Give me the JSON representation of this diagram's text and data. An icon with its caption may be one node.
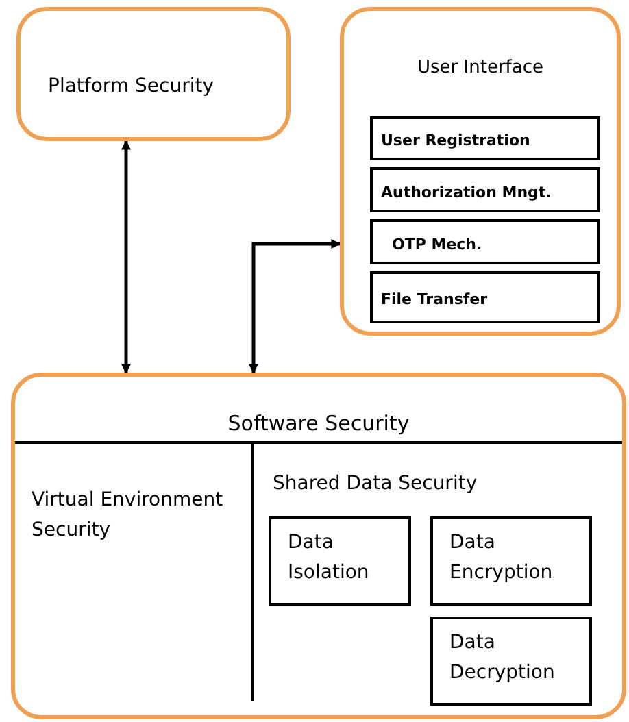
{
  "diagram": {
    "nodes": [
      {
        "text": [
          "Platform Security"
        ]
      },
      {
        "text": [
          "User Interface"
        ]
      },
      {
        "text": [
          "User Registration"
        ],
        "in": 1
      },
      {
        "text": [
          "Authorization Mngt."
        ],
        "in": 1
      },
      {
        "text": [
          "OTP Mech."
        ],
        "in": 1
      },
      {
        "text": [
          "File Transfer"
        ],
        "in": 1
      },
      {
        "text": [
          "Software Security"
        ]
      },
      {
        "text": [
          "Virtual Environment Security"
        ],
        "in": 6
      },
      {
        "text": [
          "Shared Data Security"
        ],
        "in": 6
      },
      {
        "text": [
          "Data Isolation"
        ],
        "in": 8
      },
      {
        "text": [
          "Data Encryption"
        ],
        "in": 8
      },
      {
        "text": [
          "Data Decryption"
        ],
        "in": 8
      }
    ],
    "edges": [
      {
        "from": 0,
        "to": 6,
        "arrow": "both"
      },
      {
        "from": 1,
        "to": 6,
        "arrow": "both"
      }
    ]
  }
}
